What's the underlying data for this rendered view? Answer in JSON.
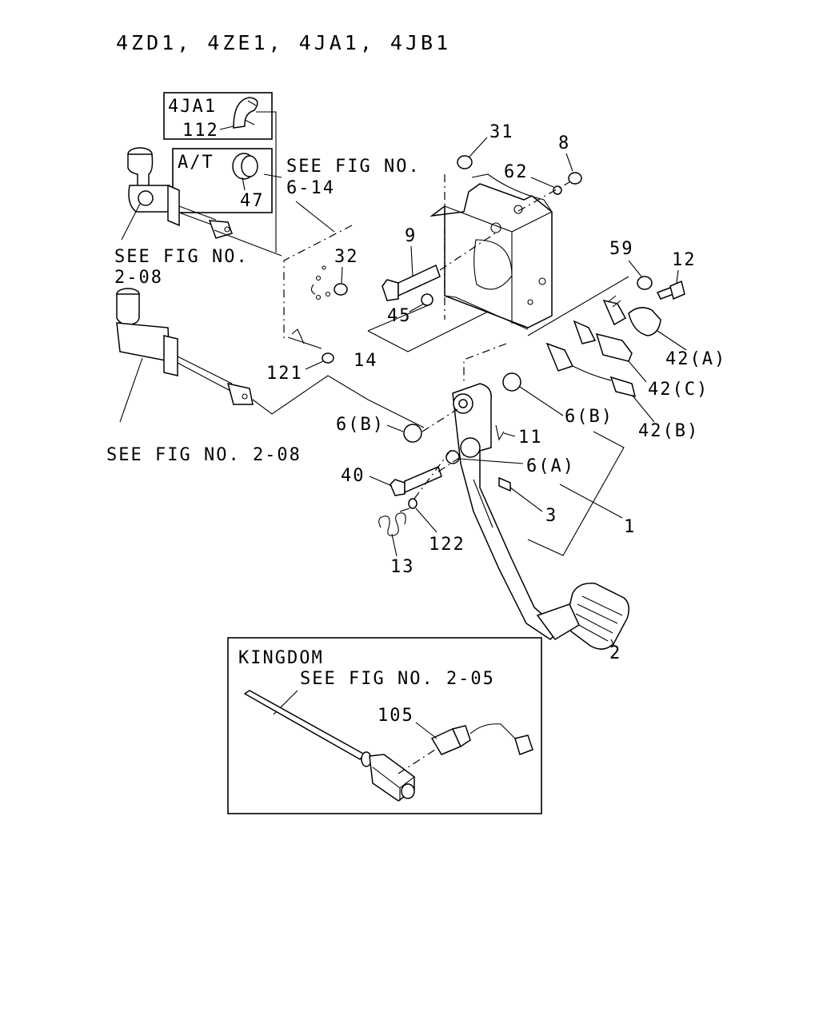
{
  "header": {
    "title": "4ZD1, 4ZE1, 4JA1, 4JB1"
  },
  "insets": {
    "engine_4ja1": "4JA1",
    "at": "A/T",
    "kingdom": "KINGDOM",
    "kingdom_ref": "SEE FIG NO. 2-05"
  },
  "references": {
    "fig_6_14_a": "SEE FIG NO.",
    "fig_6_14_b": "6-14",
    "fig_2_08_upper_a": "SEE FIG NO.",
    "fig_2_08_upper_b": "2-08",
    "fig_2_08_lower": "SEE FIG NO. 2-08"
  },
  "callouts": {
    "p112": "112",
    "p47": "47",
    "p32": "32",
    "p31": "31",
    "p8": "8",
    "p62": "62",
    "p9": "9",
    "p59": "59",
    "p12": "12",
    "p45": "45",
    "p14": "14",
    "p42a": "42(A)",
    "p42c": "42(C)",
    "p42b": "42(B)",
    "p121": "121",
    "p6b_left": "6(B)",
    "p6b_right": "6(B)",
    "p11": "11",
    "p6a": "6(A)",
    "p40": "40",
    "p3": "3",
    "p1": "1",
    "p122": "122",
    "p13": "13",
    "p2": "2",
    "p105": "105"
  }
}
